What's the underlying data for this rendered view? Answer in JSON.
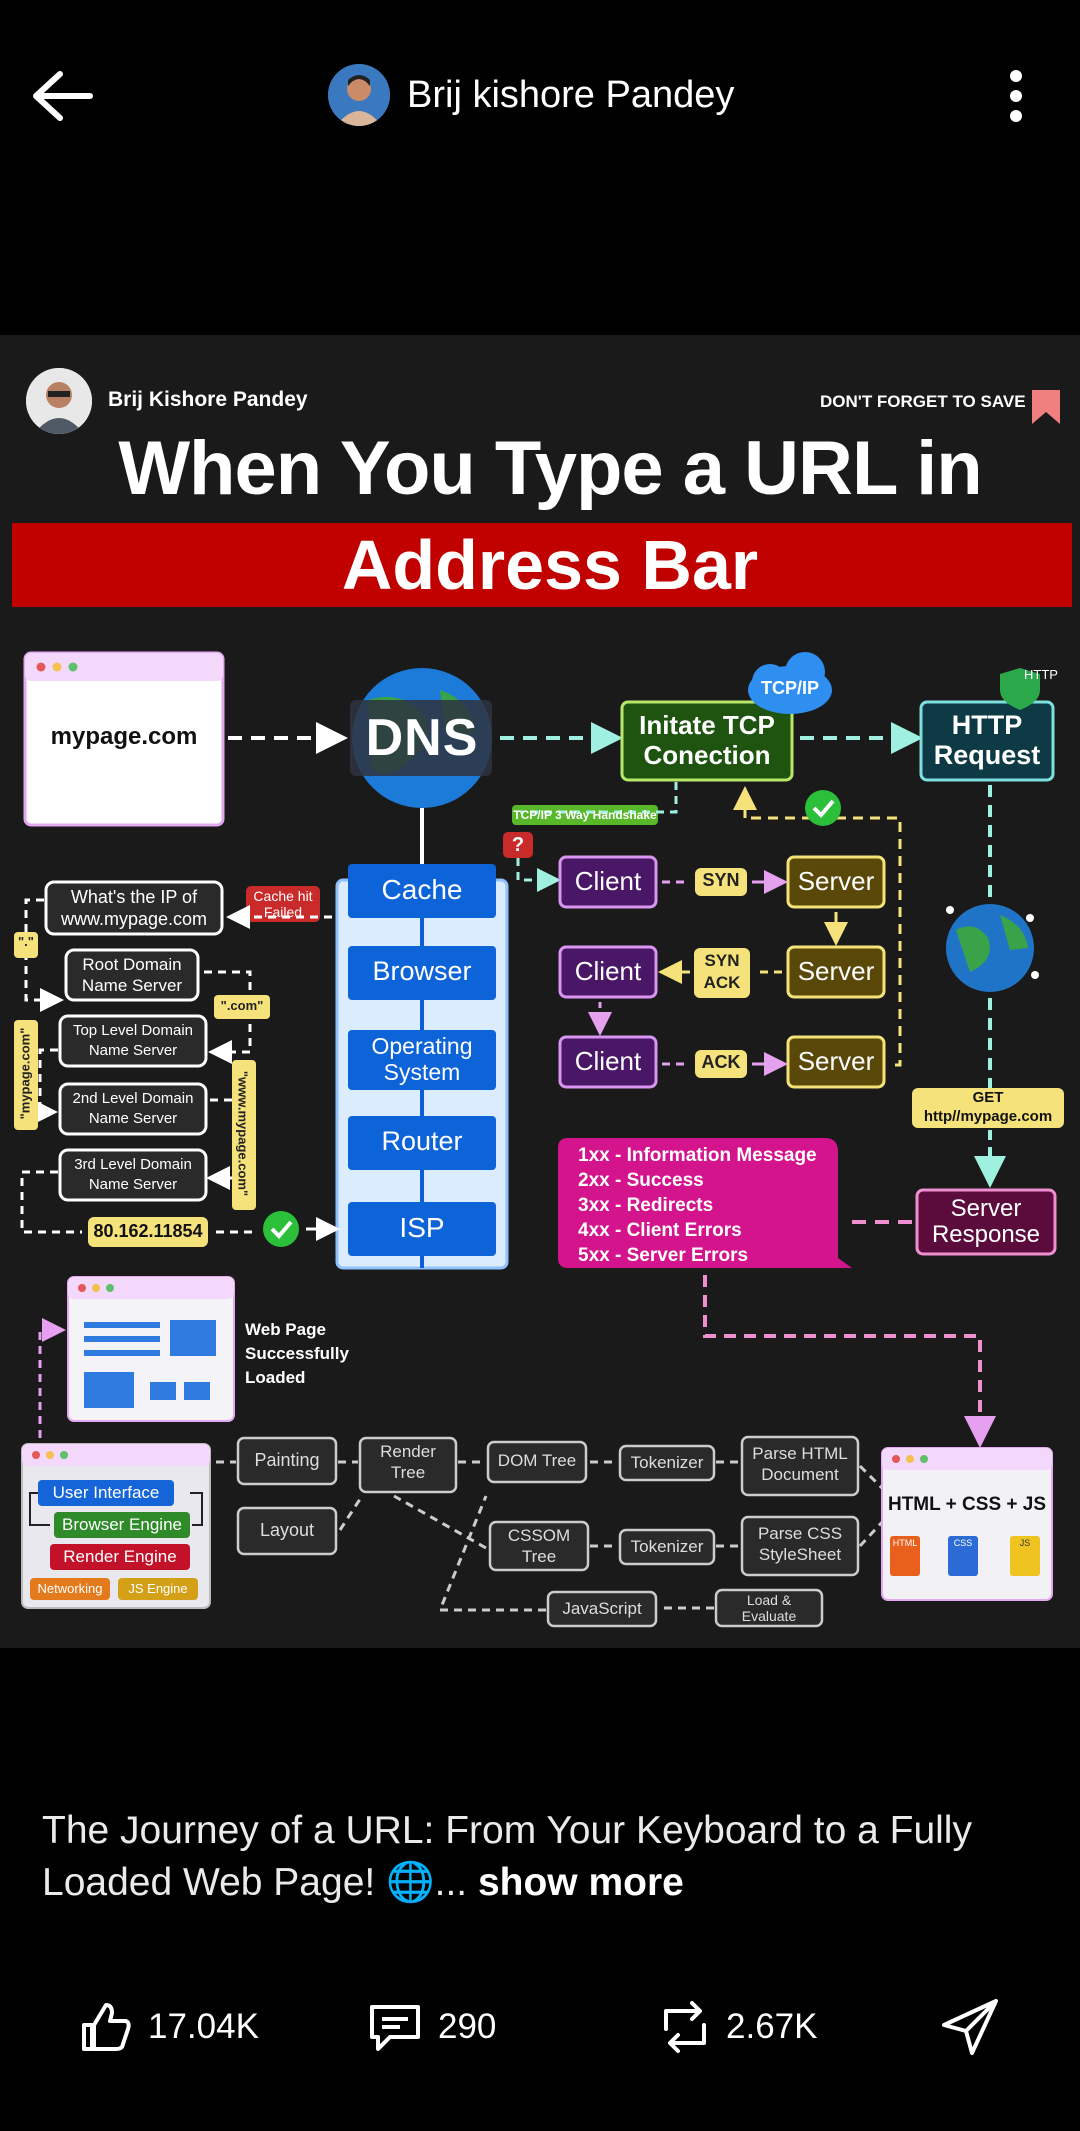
{
  "header": {
    "author_name": "Brij kishore Pandey",
    "back_icon": "arrow-left-icon",
    "more_icon": "more-vertical-icon"
  },
  "infographic": {
    "author": "Brij Kishore Pandey",
    "save_note": "DON'T FORGET TO SAVE",
    "title_line1": "When You Type a URL in",
    "title_line2": "Address Bar",
    "url_box": "mypage.com",
    "dns": "DNS",
    "tcpip_cloud": "TCP/IP",
    "http_badge": "HTTP",
    "tcp_box": [
      "Initate TCP",
      "Conection"
    ],
    "http_request": [
      "HTTP",
      "Request"
    ],
    "handshake": "TCP/IP 3 Way Handshake",
    "question": "?",
    "cache_stack": [
      "Cache",
      "Browser",
      "Operating System",
      "Router",
      "ISP"
    ],
    "cache_hit": [
      "Cache hit",
      "Failed"
    ],
    "whats_ip": [
      "What's the IP of",
      "www.mypage.com"
    ],
    "root_domain": [
      "Root Domain",
      "Name Server"
    ],
    "tld": [
      "Top Level Domain",
      "Name Server"
    ],
    "second_level": [
      "2nd Level Domain",
      "Name Server"
    ],
    "third_level": [
      "3rd Level Domain",
      "Name Server"
    ],
    "quote_dot": "\".\"",
    "quote_com": "\".com\"",
    "quote_mypage": "\"mypage.com\"",
    "quote_www": "\"www.mypage.com\"",
    "ip_address": "80.162.11854",
    "handshake_rows": [
      {
        "left": "Client",
        "msg": "SYN",
        "right": "Server"
      },
      {
        "left": "Client",
        "msg": "SYN ACK",
        "right": "Server"
      },
      {
        "left": "Client",
        "msg": "ACK",
        "right": "Server"
      }
    ],
    "get_label": [
      "GET",
      "http//mypage.com"
    ],
    "status_codes": [
      "1xx - Information Message",
      "2xx - Success",
      "3xx - Redirects",
      "4xx - Client Errors",
      "5xx - Server Errors"
    ],
    "server_response": [
      "Server",
      "Response"
    ],
    "web_loaded": [
      "Web Page",
      "Successfully",
      "Loaded"
    ],
    "browser_parts": [
      "User Interface",
      "Browser Engine",
      "Render Engine",
      "Networking",
      "JS Engine"
    ],
    "pipeline": {
      "painting": "Painting",
      "layout": "Layout",
      "render_tree": [
        "Render",
        "Tree"
      ],
      "dom_tree": "DOM Tree",
      "tokenizer1": "Tokenizer",
      "parse_html": [
        "Parse HTML",
        "Document"
      ],
      "cssom": [
        "CSSOM",
        "Tree"
      ],
      "tokenizer2": "Tokenizer",
      "parse_css": [
        "Parse CSS",
        "StyleSheet"
      ],
      "javascript": "JavaScript",
      "load_eval": [
        "Load &",
        "Evaluate"
      ],
      "files_title": "HTML + CSS + JS",
      "file_tags": [
        "HTML",
        "CSS",
        "JS"
      ]
    }
  },
  "caption": {
    "text": "The Journey of a URL: From Your Keyboard to a Fully Loaded Web Page! 🌐",
    "ellipsis": "...",
    "show_more": " show more"
  },
  "actions": {
    "likes": "17.04K",
    "comments": "290",
    "reposts": "2.67K",
    "like_icon": "thumbs-up-icon",
    "comment_icon": "comment-icon",
    "repost_icon": "repost-icon",
    "send_icon": "send-icon"
  }
}
